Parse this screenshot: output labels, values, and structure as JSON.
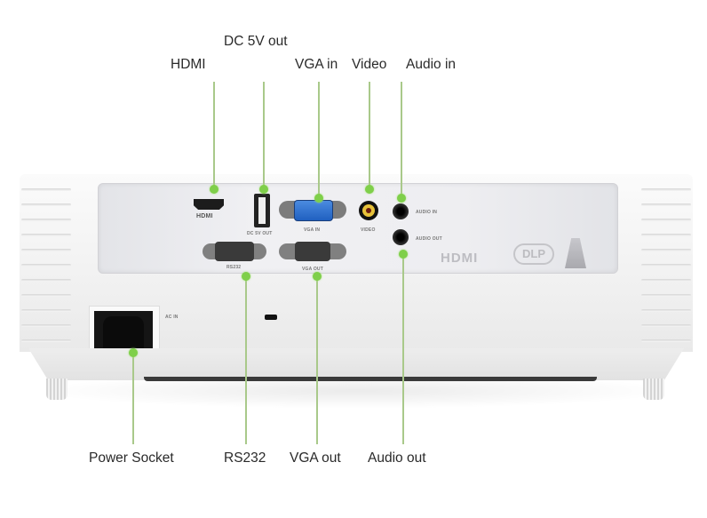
{
  "diagram": {
    "subject": "Projector rear I/O panel",
    "accent_color": "#7fcf4a",
    "line_color": "#a9c98a",
    "top_labels": [
      {
        "id": "hdmi",
        "label": "HDMI"
      },
      {
        "id": "dc5v",
        "label": "DC 5V out"
      },
      {
        "id": "vga_in",
        "label": "VGA in"
      },
      {
        "id": "video",
        "label": "Video"
      },
      {
        "id": "audio_in",
        "label": "Audio in"
      }
    ],
    "bottom_labels": [
      {
        "id": "power",
        "label": "Power Socket"
      },
      {
        "id": "rs232",
        "label": "RS232"
      },
      {
        "id": "vga_out",
        "label": "VGA out"
      },
      {
        "id": "audio_out",
        "label": "Audio out"
      }
    ],
    "panel_markings": {
      "hdmi": "HDMI",
      "dc5v": "DC 5V OUT",
      "vga_in": "VGA IN",
      "video": "VIDEO",
      "audio_in": "AUDIO IN",
      "audio_out": "AUDIO OUT",
      "rs232": "RS232",
      "vga_out": "VGA OUT",
      "ac_in": "AC IN",
      "logo_hdmi": "HDMI",
      "logo_dlp": "DLP"
    }
  }
}
